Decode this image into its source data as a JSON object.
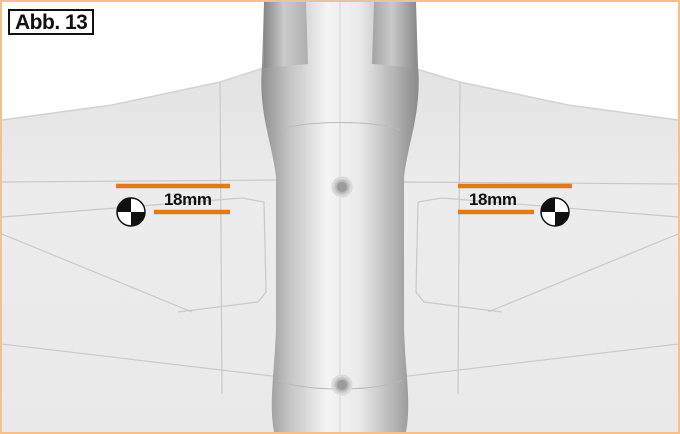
{
  "figure_label": "Abb. 13",
  "colors": {
    "dimension_line": "#e07a12",
    "frame_border": "#f5c08a",
    "cg_marker_dark": "#111111",
    "cg_marker_light": "#ffffff"
  },
  "annotations": {
    "left": {
      "text": "18mm",
      "marker": "cg-marker-icon"
    },
    "right": {
      "text": "18mm",
      "marker": "cg-marker-icon"
    }
  }
}
